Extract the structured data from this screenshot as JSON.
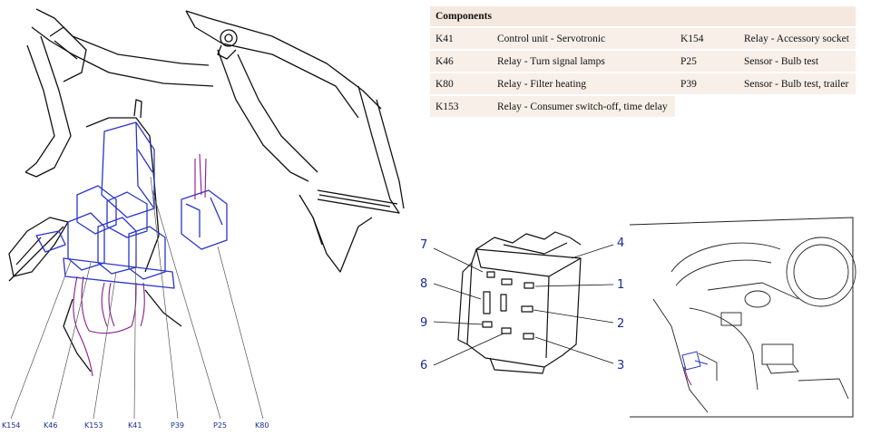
{
  "table": {
    "header": "Components",
    "rows": [
      {
        "code": "K41",
        "desc": "Control unit - Servotronic",
        "code2": "K154",
        "desc2": "Relay - Accessory socket"
      },
      {
        "code": "K46",
        "desc": "Relay - Turn signal lamps",
        "code2": "P25",
        "desc2": "Sensor - Bulb test"
      },
      {
        "code": "K80",
        "desc": "Relay - Filter heating",
        "code2": "P39",
        "desc2": "Sensor - Bulb test, trailer"
      },
      {
        "code": "K153",
        "desc": "Relay - Consumer switch-off, time delay",
        "code2": "",
        "desc2": ""
      }
    ]
  },
  "callouts": [
    "K154",
    "K46",
    "K153",
    "K41",
    "P39",
    "P25",
    "K80"
  ],
  "socket_pins": {
    "p7": "7",
    "p8": "8",
    "p9": "9",
    "p6": "6",
    "p4": "4",
    "p1": "1",
    "p2": "2",
    "p3": "3"
  },
  "colors": {
    "component_blue": "#2a36c8",
    "wire_purple": "#8a1a8a",
    "label_blue": "#1a2a9a",
    "table_fill": "#f7efe8"
  }
}
